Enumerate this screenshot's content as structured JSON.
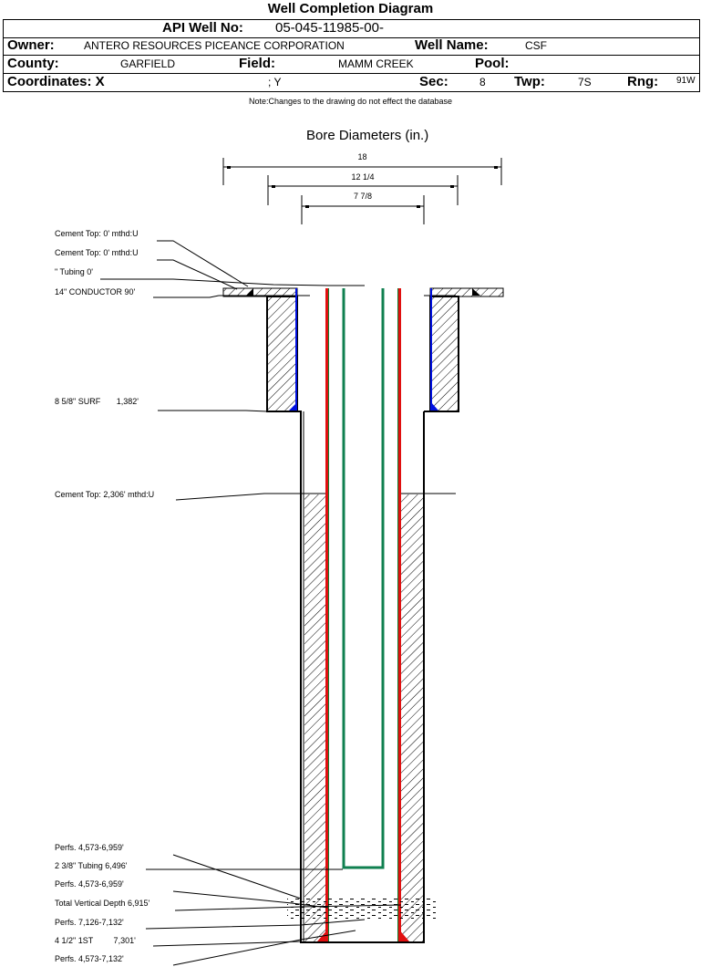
{
  "title": "Well Completion Diagram",
  "header": {
    "api_label": "API Well No:",
    "api_value": "05-045-11985-00-",
    "owner_label": "Owner:",
    "owner_value": "ANTERO RESOURCES PICEANCE CORPORATION",
    "well_name_label": "Well Name:",
    "well_name_value": "CSF",
    "county_label": "County:",
    "county_value": "GARFIELD",
    "field_label": "Field:",
    "field_value": "MAMM CREEK",
    "pool_label": "Pool:",
    "pool_value": "",
    "coords_label": "Coordinates: X",
    "coords_y": "; Y",
    "sec_label": "Sec:",
    "sec_value": "8",
    "twp_label": "Twp:",
    "twp_value": "7S",
    "rng_label": "Rng:",
    "rng_value": "91W"
  },
  "note": "Note:Changes to the drawing do not effect the database",
  "bore": {
    "title": "Bore Diameters (in.)",
    "diameters": [
      "18",
      "12 1/4",
      "7 7/8"
    ]
  },
  "callouts": [
    "Cement Top: 0' mthd:U",
    "Cement Top: 0' mthd:U",
    "\" Tubing 0'",
    "14\" CONDUCTOR  90'",
    "8 5/8\" SURF       1,382'",
    "Cement Top: 2,306' mthd:U",
    "Perfs. 4,573-6,959'",
    "2 3/8\" Tubing 6,496'",
    "Perfs. 4,573-6,959'",
    "Total Vertical Depth 6,915'",
    "Perfs. 7,126-7,132'",
    "4 1/2\" 1ST         7,301'",
    "Perfs. 4,573-7,132'"
  ],
  "colors": {
    "casing_red": "#e01010",
    "casing_green": "#108030",
    "tubing_green": "#108050",
    "surface_blue": "#0010e0"
  }
}
